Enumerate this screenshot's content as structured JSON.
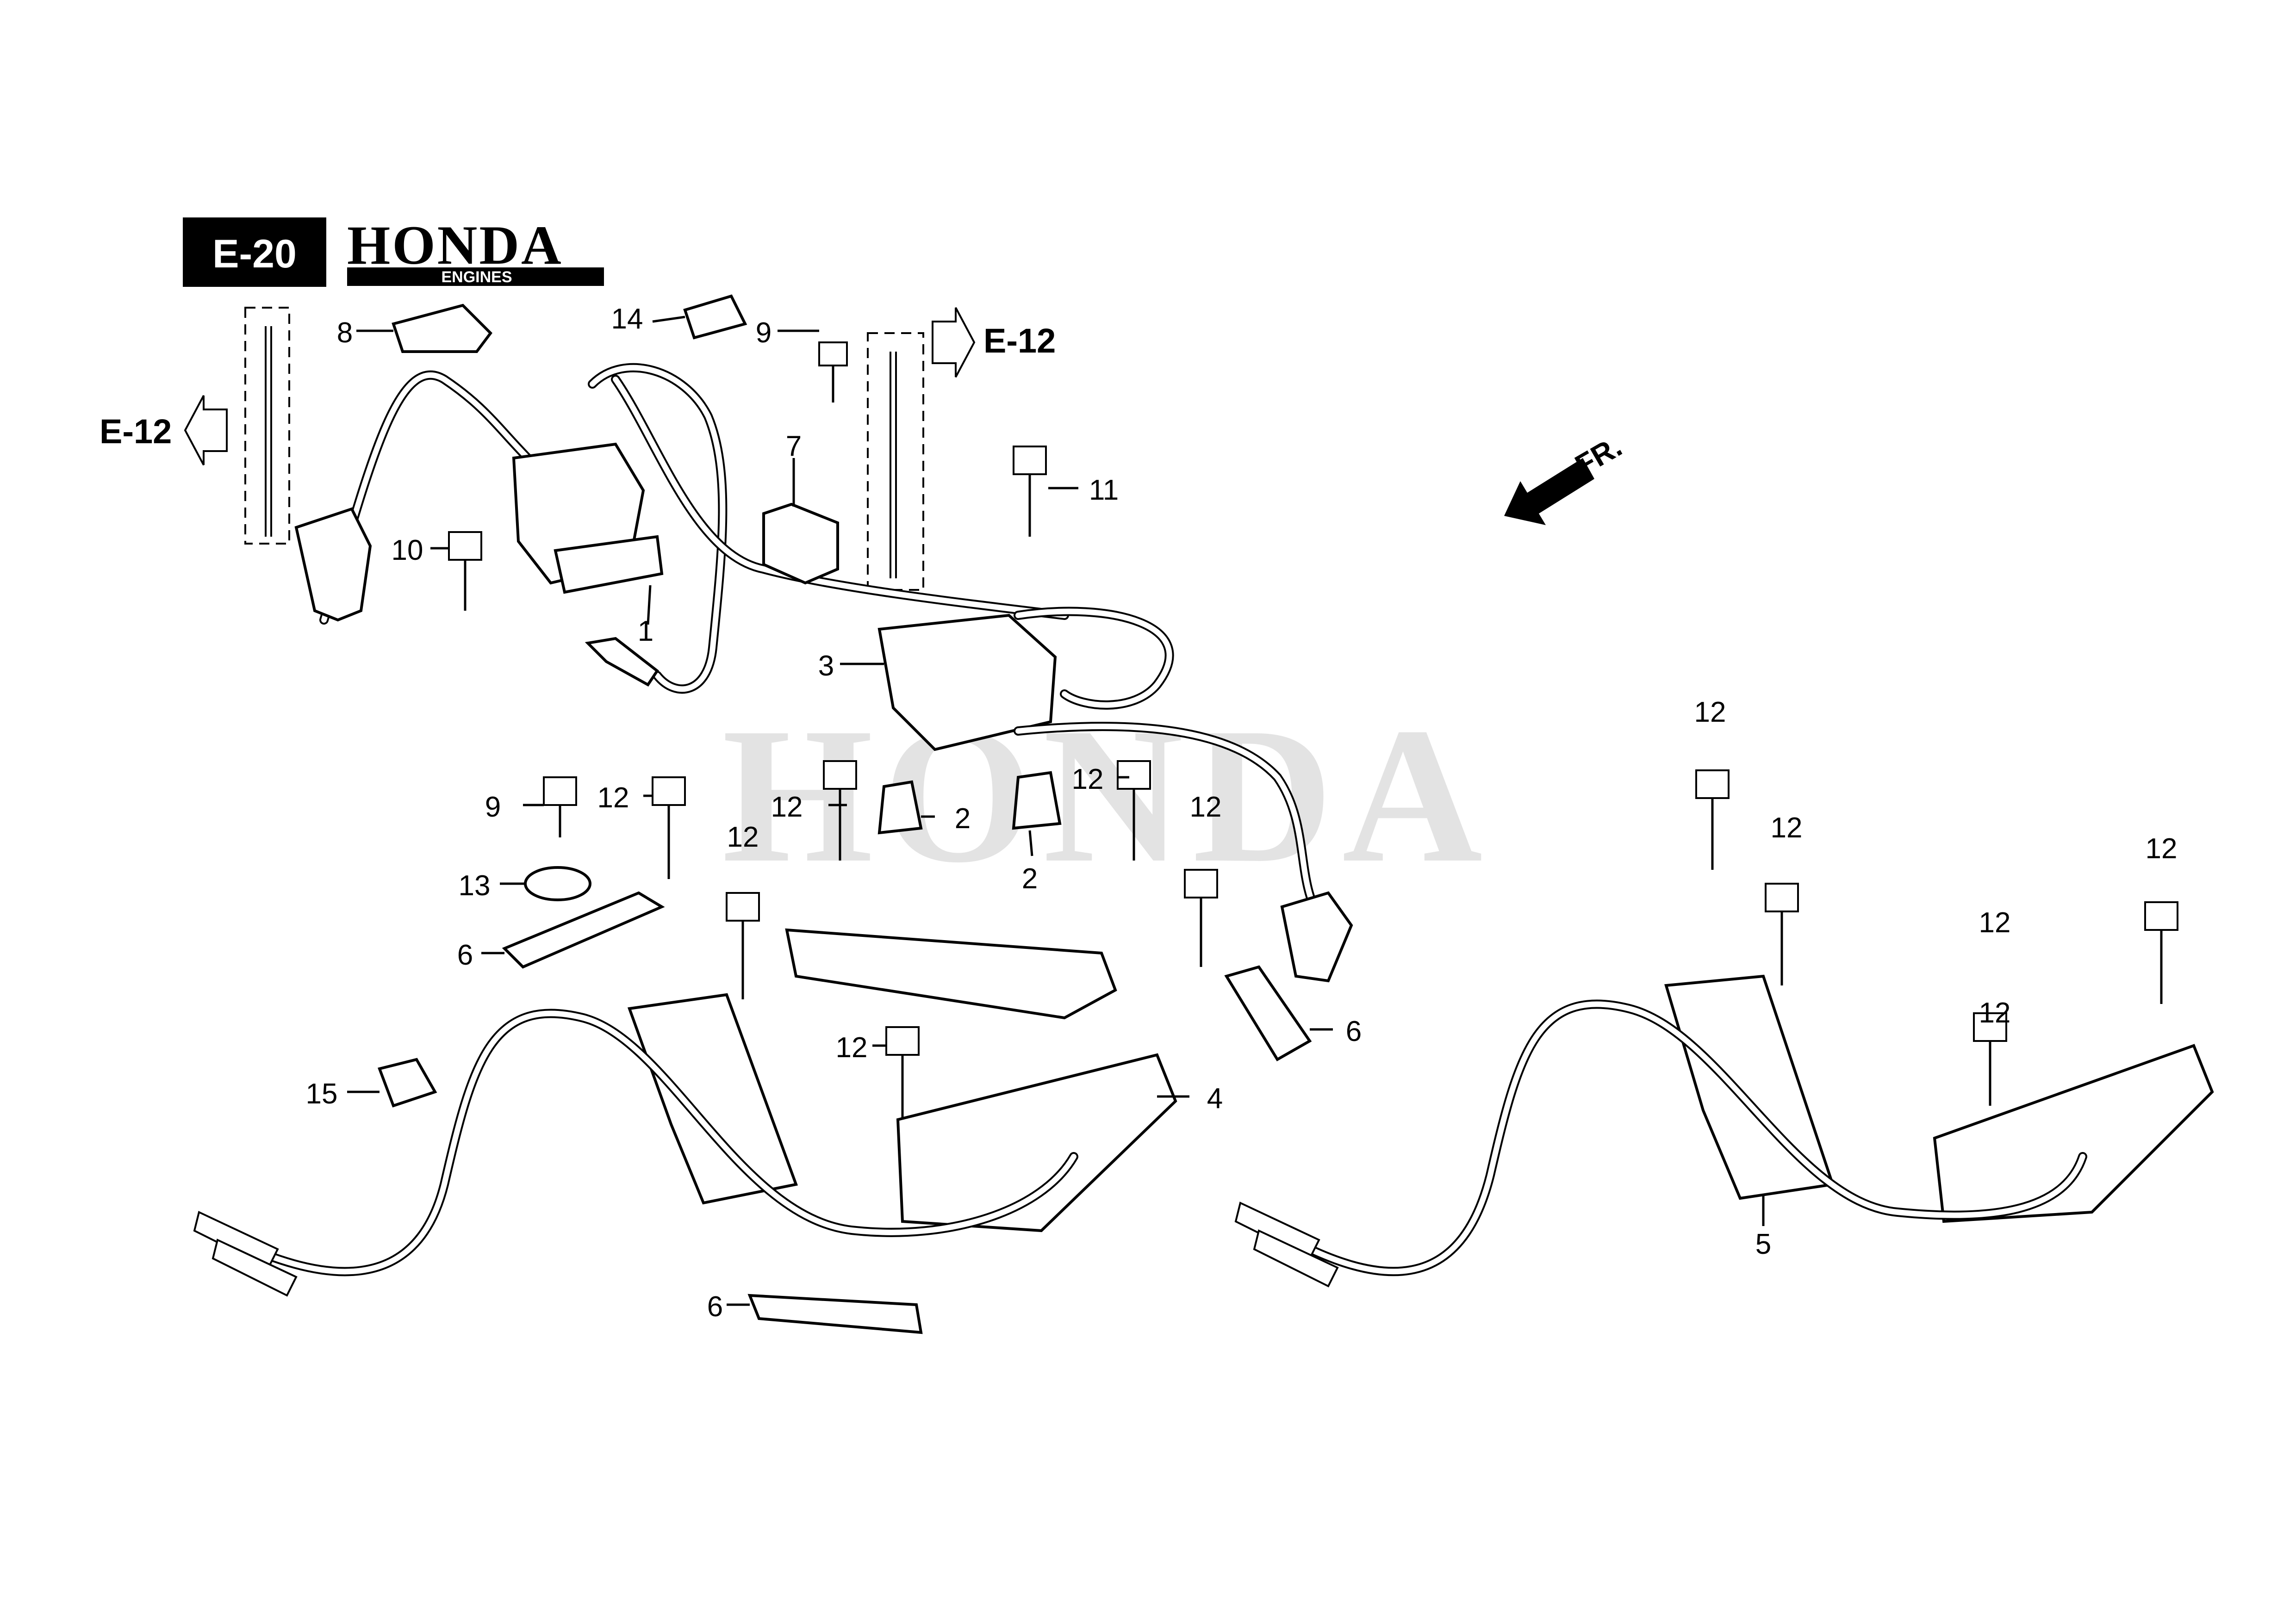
{
  "header": {
    "section_code": "E-20",
    "brand": "HONDA",
    "brand_sub": "ENGINES"
  },
  "references": [
    {
      "label": "E-12",
      "direction": "left"
    },
    {
      "label": "E-12",
      "direction": "right"
    }
  ],
  "front_marker": {
    "label": "FR."
  },
  "watermark": {
    "text": "HONDA"
  },
  "callouts": [
    {
      "id": "c1",
      "label": "1"
    },
    {
      "id": "c2a",
      "label": "2"
    },
    {
      "id": "c2b",
      "label": "2"
    },
    {
      "id": "c3",
      "label": "3"
    },
    {
      "id": "c4",
      "label": "4"
    },
    {
      "id": "c5",
      "label": "5"
    },
    {
      "id": "c6a",
      "label": "6"
    },
    {
      "id": "c6b",
      "label": "6"
    },
    {
      "id": "c6c",
      "label": "6"
    },
    {
      "id": "c7",
      "label": "7"
    },
    {
      "id": "c8",
      "label": "8"
    },
    {
      "id": "c9a",
      "label": "9"
    },
    {
      "id": "c9b",
      "label": "9"
    },
    {
      "id": "c10",
      "label": "10"
    },
    {
      "id": "c11",
      "label": "11"
    },
    {
      "id": "c12a",
      "label": "12"
    },
    {
      "id": "c12b",
      "label": "12"
    },
    {
      "id": "c12c",
      "label": "12"
    },
    {
      "id": "c12d",
      "label": "12"
    },
    {
      "id": "c12e",
      "label": "12"
    },
    {
      "id": "c12f",
      "label": "12"
    },
    {
      "id": "c12g",
      "label": "12"
    },
    {
      "id": "c12h",
      "label": "12"
    },
    {
      "id": "c12i",
      "label": "12"
    },
    {
      "id": "c12j",
      "label": "12"
    },
    {
      "id": "c12k",
      "label": "12"
    },
    {
      "id": "c13",
      "label": "13"
    },
    {
      "id": "c14",
      "label": "14"
    },
    {
      "id": "c15",
      "label": "15"
    }
  ]
}
